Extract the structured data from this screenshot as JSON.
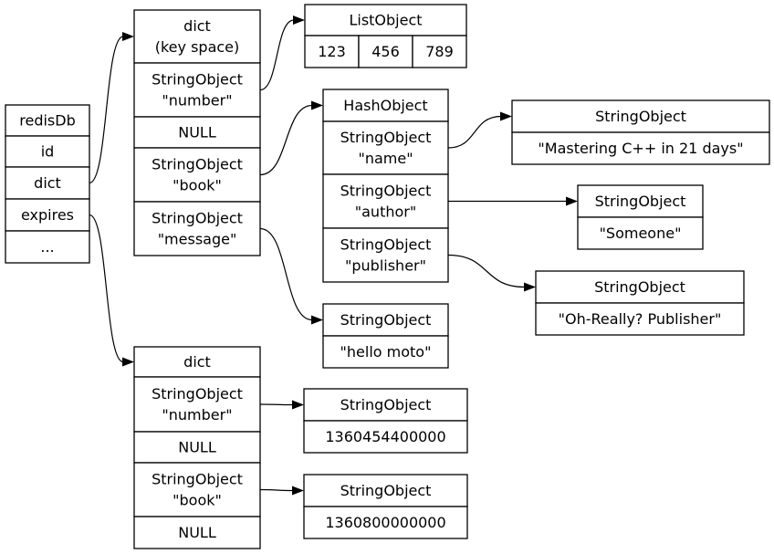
{
  "nodes": {
    "redisdb": {
      "cells": [
        [
          "redisDb"
        ],
        [
          "id"
        ],
        [
          "dict"
        ],
        [
          "expires"
        ],
        [
          "..."
        ]
      ]
    },
    "keyspace": {
      "cells": [
        [
          "dict",
          "(key space)"
        ],
        [
          "StringObject",
          "\"number\""
        ],
        [
          "NULL"
        ],
        [
          "StringObject",
          "\"book\""
        ],
        [
          "StringObject",
          "\"message\""
        ]
      ]
    },
    "listobject": {
      "title": "ListObject",
      "items": [
        "123",
        "456",
        "789"
      ]
    },
    "hashobject": {
      "cells": [
        [
          "HashObject"
        ],
        [
          "StringObject",
          "\"name\""
        ],
        [
          "StringObject",
          "\"author\""
        ],
        [
          "StringObject",
          "\"publisher\""
        ]
      ]
    },
    "str_name": {
      "cells": [
        [
          "StringObject"
        ],
        [
          "\"Mastering C++ in 21 days\""
        ]
      ]
    },
    "str_author": {
      "cells": [
        [
          "StringObject"
        ],
        [
          "\"Someone\""
        ]
      ]
    },
    "str_publisher": {
      "cells": [
        [
          "StringObject"
        ],
        [
          "\"Oh-Really? Publisher\""
        ]
      ]
    },
    "str_message": {
      "cells": [
        [
          "StringObject"
        ],
        [
          "\"hello moto\""
        ]
      ]
    },
    "expires_dict": {
      "cells": [
        [
          "dict"
        ],
        [
          "StringObject",
          "\"number\""
        ],
        [
          "NULL"
        ],
        [
          "StringObject",
          "\"book\""
        ],
        [
          "NULL"
        ]
      ]
    },
    "exp_number": {
      "cells": [
        [
          "StringObject"
        ],
        [
          "1360454400000"
        ]
      ]
    },
    "exp_book": {
      "cells": [
        [
          "StringObject"
        ],
        [
          "1360800000000"
        ]
      ]
    }
  },
  "edges": [
    {
      "from": "redisdb.dict",
      "to": "keyspace"
    },
    {
      "from": "redisdb.expires",
      "to": "expires_dict"
    },
    {
      "from": "keyspace.number",
      "to": "listobject"
    },
    {
      "from": "keyspace.book",
      "to": "hashobject"
    },
    {
      "from": "keyspace.message",
      "to": "str_message"
    },
    {
      "from": "hashobject.name",
      "to": "str_name"
    },
    {
      "from": "hashobject.author",
      "to": "str_author"
    },
    {
      "from": "hashobject.publisher",
      "to": "str_publisher"
    },
    {
      "from": "expires_dict.number",
      "to": "exp_number"
    },
    {
      "from": "expires_dict.book",
      "to": "exp_book"
    }
  ]
}
